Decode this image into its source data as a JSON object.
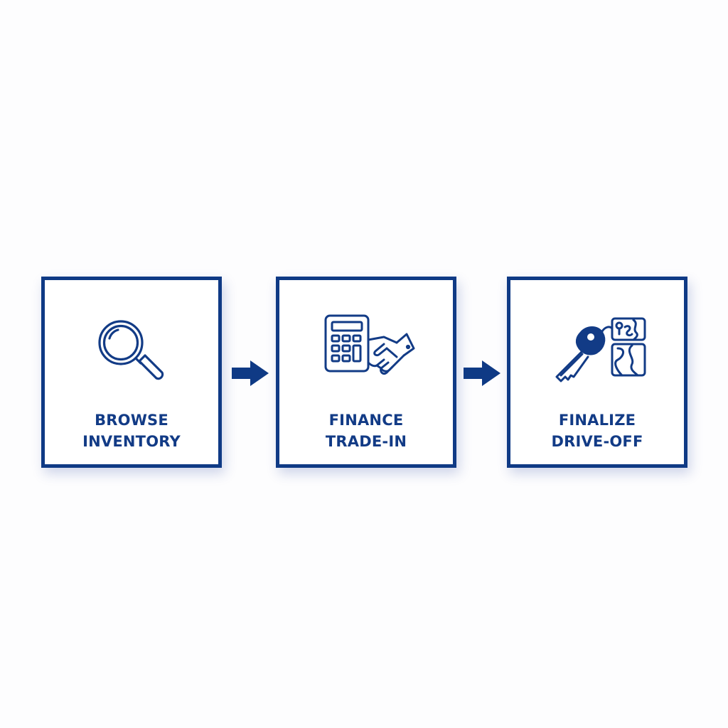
{
  "diagram": {
    "type": "process-flow",
    "accent_color": "#0f3a85",
    "steps": [
      {
        "icon": "magnifying-glass-icon",
        "line1": "BROWSE",
        "line2": "INVENTORY"
      },
      {
        "icon": "calculator-handshake-icon",
        "line1": "FINANCE",
        "line2": "TRADE-IN"
      },
      {
        "icon": "car-key-map-icon",
        "line1": "FINALIZE",
        "line2": "DRIVE-OFF"
      }
    ],
    "connectors": [
      "arrow-right",
      "arrow-right"
    ]
  }
}
